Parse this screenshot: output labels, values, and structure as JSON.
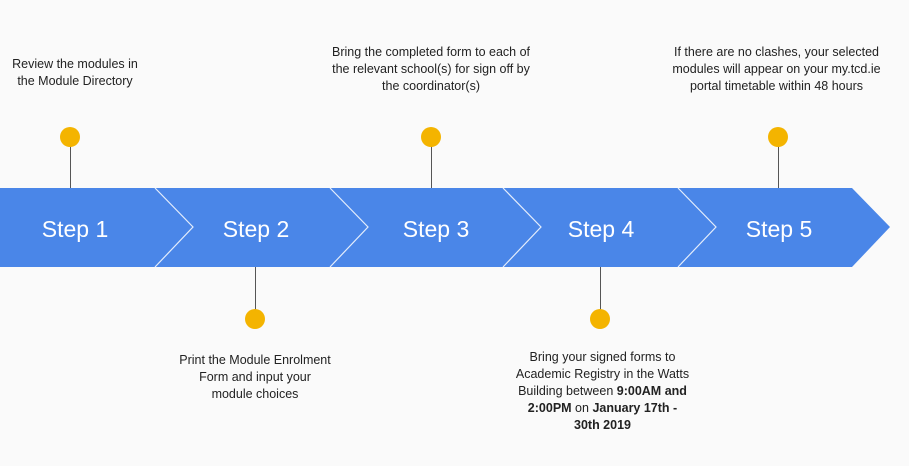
{
  "colors": {
    "arrow_fill": "#4a86e8",
    "chevron_line": "#ffffff",
    "dot": "#f4b400",
    "stem": "#555555",
    "background": "#fafafa"
  },
  "steps": [
    {
      "label": "Step 1",
      "note_position": "above",
      "note_lines": [
        "Review the modules in",
        "the Module Directory"
      ]
    },
    {
      "label": "Step 2",
      "note_position": "below",
      "note_lines": [
        "Print the Module Enrolment",
        "Form and input your",
        "module choices"
      ]
    },
    {
      "label": "Step 3",
      "note_position": "above",
      "note_lines": [
        "Bring the completed form to each of",
        "the relevant school(s) for sign off by",
        "the coordinator(s)"
      ]
    },
    {
      "label": "Step 4",
      "note_position": "below",
      "note": {
        "line1": "Bring your signed forms to",
        "line2": "Academic Registry in the Watts",
        "line3_pre": "Building between ",
        "time_start": "9:00AM and",
        "time_end": "2:00PM",
        "on": " on ",
        "date_start": "January 17th -",
        "date_end": "30th 2019"
      }
    },
    {
      "label": "Step 5",
      "note_position": "above",
      "note_lines": [
        "If there are no clashes, your selected",
        "modules will appear on your my.tcd.ie",
        "portal timetable within 48 hours"
      ]
    }
  ]
}
